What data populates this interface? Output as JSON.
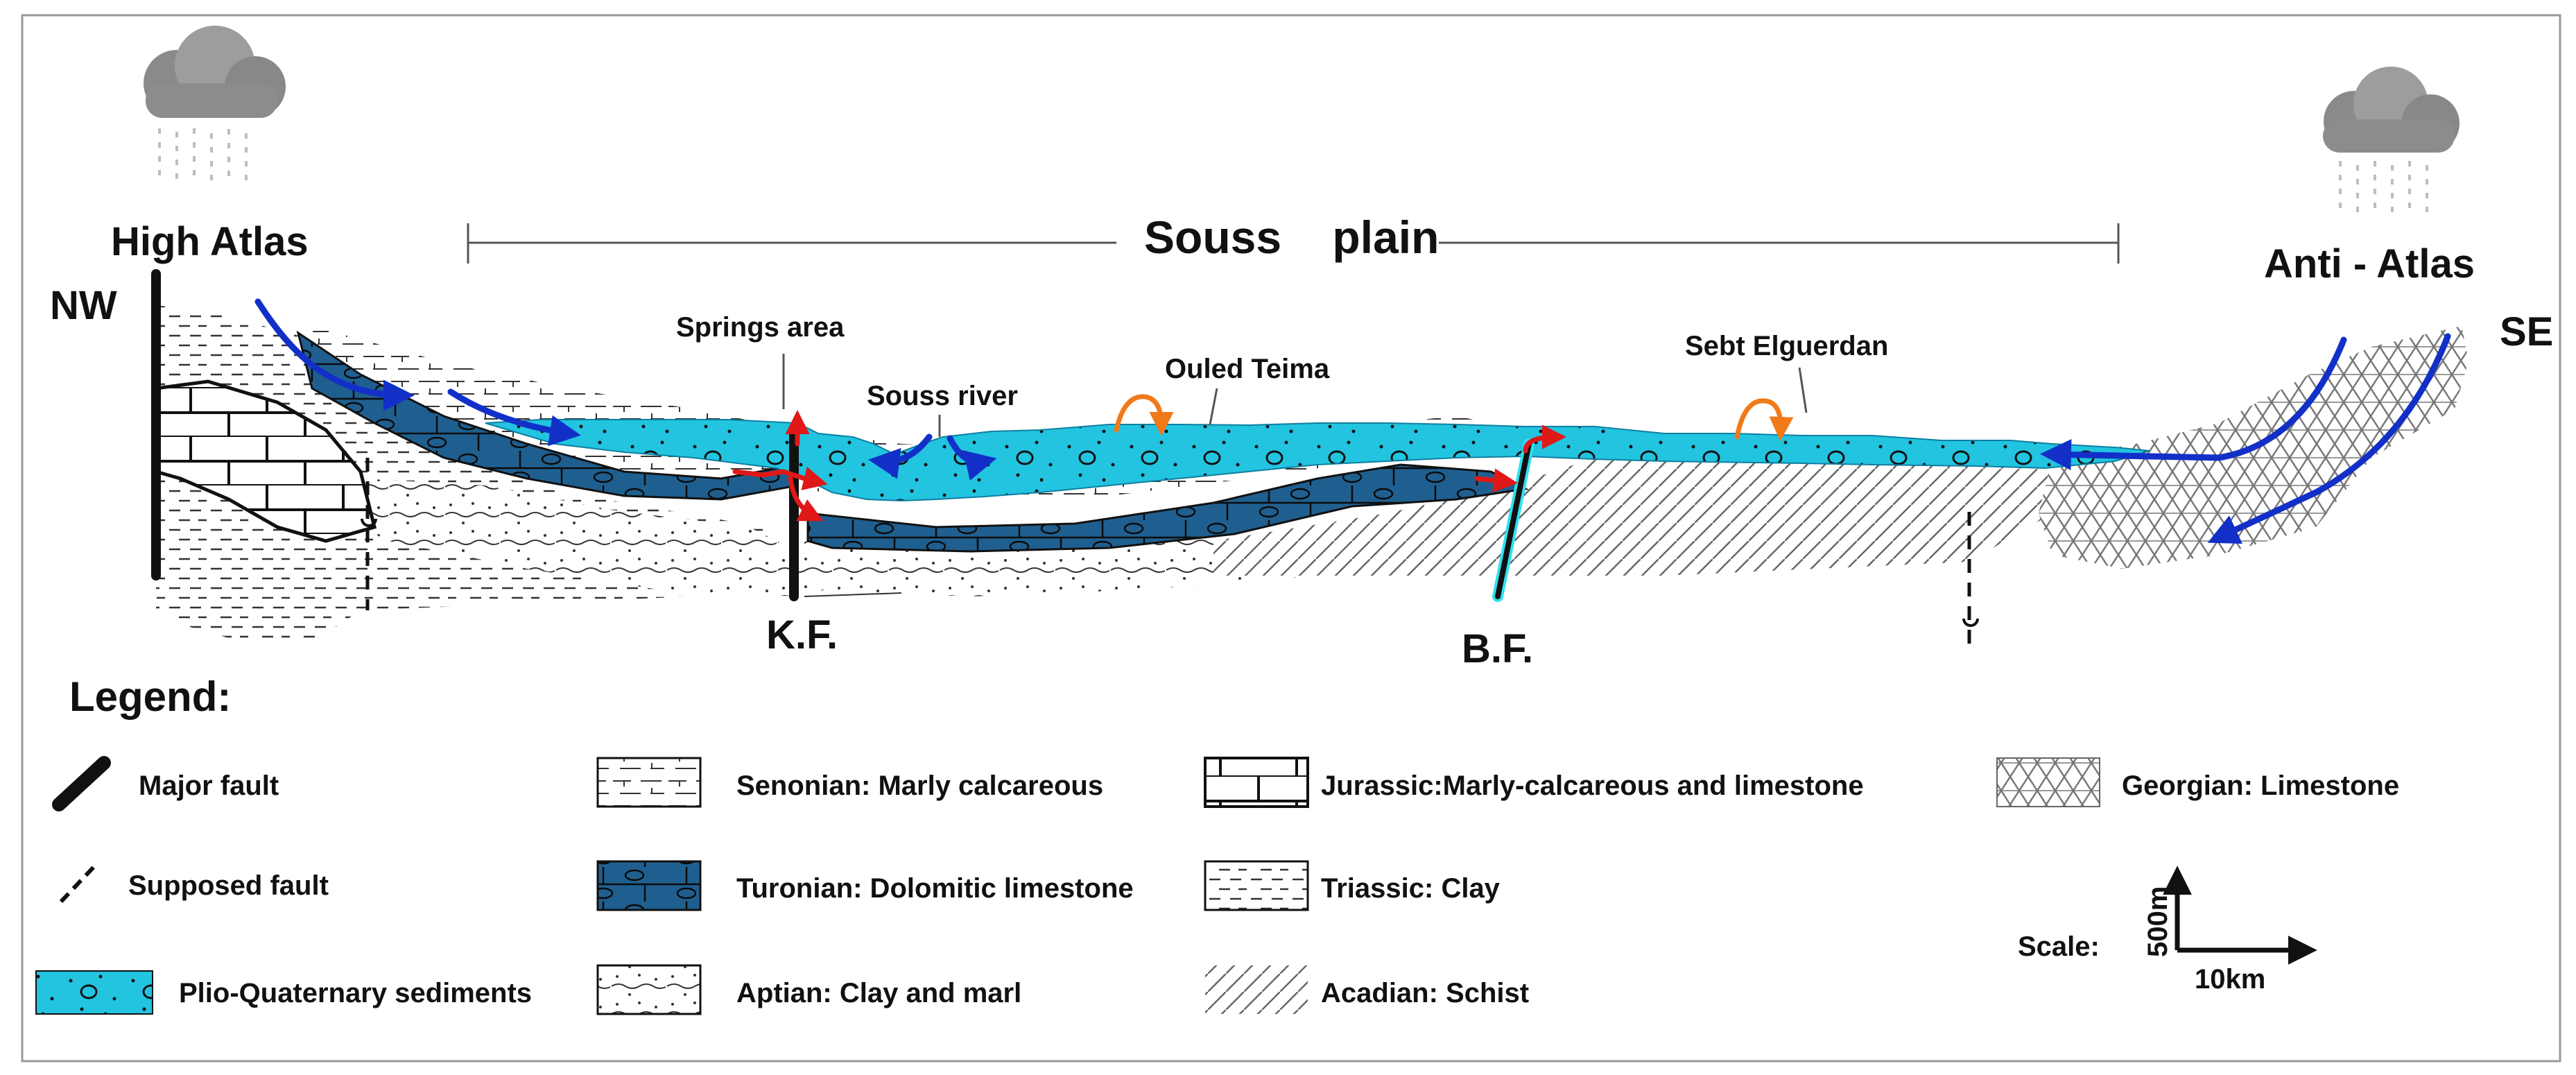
{
  "labels": {
    "high_atlas": "High Atlas",
    "anti_atlas": "Anti - Atlas",
    "souss_plain": "Souss    plain",
    "nw": "NW",
    "se": "SE",
    "springs_area": "Springs area",
    "souss_river": "Souss river",
    "ouled_teima": "Ouled Teima",
    "sebt_elguerdan": "Sebt Elguerdan",
    "kf": "K.F.",
    "bf": "B.F."
  },
  "legend": {
    "title": "Legend:",
    "major_fault": "Major fault",
    "supposed_fault": "Supposed fault",
    "plio_quaternary": "Plio-Quaternary sediments",
    "senonian": "Senonian: Marly calcareous",
    "turonian": "Turonian: Dolomitic limestone",
    "aptian": "Aptian: Clay and marl",
    "jurassic": "Jurassic:Marly-calcareous and limestone",
    "triassic": "Triassic: Clay",
    "acadian": "Acadian: Schist",
    "georgian": "Georgian: Limestone"
  },
  "scale": {
    "label": "Scale:",
    "vertical": "500m",
    "horizontal": "10km"
  },
  "colors": {
    "plio_quaternary": "#22c4e0",
    "turonian": "#1f5f8f",
    "flow_arrow": "#1230c8",
    "spring_arrow": "#e01818",
    "evaporation_arrow": "#f07a1a",
    "bf_fault_highlight": "#30e0f0"
  }
}
